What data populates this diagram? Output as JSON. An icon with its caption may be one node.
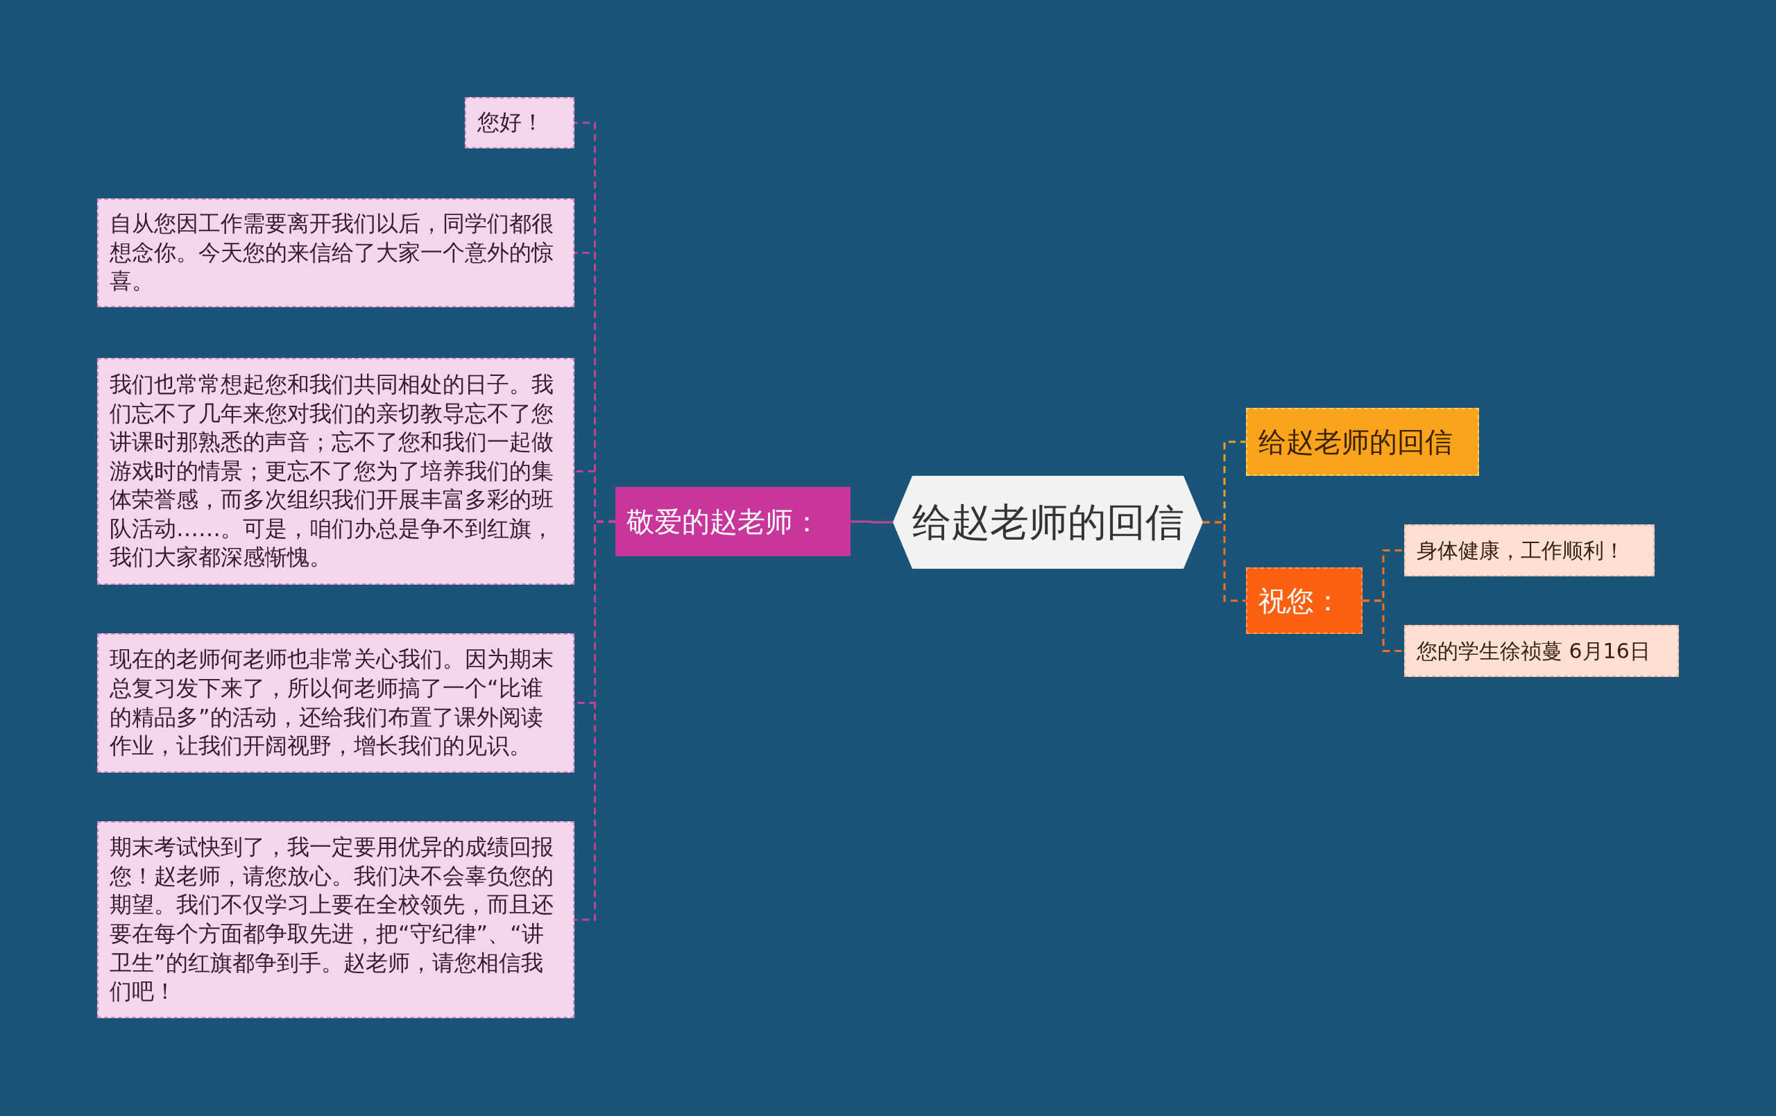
{
  "diagram": {
    "nodes": [
      {
        "text": [
          "给赵老师的回信"
        ]
      },
      {
        "text": [
          "敬爱的赵老师："
        ]
      },
      {
        "text": [
          "您好！"
        ]
      },
      {
        "text": [
          "自从您因工作需要离开我们以后，同学们都很想念你。今天您的来信给了大家一个意外的惊喜。"
        ]
      },
      {
        "text": [
          "我们也常常想起您和我们共同相处的日子。我们忘不了几年来您对我们的亲切教导忘不了您讲课时那熟悉的声音；忘不了您和我们一起做游戏时的情景；更忘不了您为了培养我们的集体荣誉感，而多次组织我们开展丰富多彩的班队活动……。可是，咱们办总是争不到红旗，我们大家都深感惭愧。"
        ]
      },
      {
        "text": [
          "现在的老师何老师也非常关心我们。因为期末总复习发下来了，所以何老师搞了一个“比谁的精品多”的活动，还给我们布置了课外阅读作业，让我们开阔视野，增长我们的见识。"
        ]
      },
      {
        "text": [
          "期末考试快到了，我一定要用优异的成绩回报您！赵老师，请您放心。我们决不会辜负您的期望。我们不仅学习上要在全校领先，而且还要在每个方面都争取先进，把“守纪律”、“讲卫生”的红旗都争到手。赵老师，请您相信我们吧！"
        ]
      },
      {
        "text": [
          "给赵老师的回信"
        ]
      },
      {
        "text": [
          "祝您："
        ]
      },
      {
        "text": [
          "身体健康，工作顺利！"
        ]
      },
      {
        "text": [
          "您的学生徐祯蔓 6月16日"
        ]
      }
    ],
    "edges": [
      {
        "from": 0,
        "to": 1,
        "arrow": "none"
      },
      {
        "from": 1,
        "to": 2,
        "arrow": "none",
        "style": "dashed"
      },
      {
        "from": 1,
        "to": 3,
        "arrow": "none",
        "style": "dashed"
      },
      {
        "from": 1,
        "to": 4,
        "arrow": "none",
        "style": "dashed"
      },
      {
        "from": 1,
        "to": 5,
        "arrow": "none",
        "style": "dashed"
      },
      {
        "from": 1,
        "to": 6,
        "arrow": "none",
        "style": "dashed"
      },
      {
        "from": 0,
        "to": 7,
        "arrow": "none",
        "style": "dashed",
        "color": "#f0a020"
      },
      {
        "from": 0,
        "to": 8,
        "arrow": "none",
        "style": "dashed",
        "color": "#f07020"
      },
      {
        "from": 8,
        "to": 9,
        "arrow": "none",
        "style": "dashed",
        "color": "#f07020"
      },
      {
        "from": 8,
        "to": 10,
        "arrow": "none",
        "style": "dashed",
        "color": "#f07020"
      }
    ]
  }
}
